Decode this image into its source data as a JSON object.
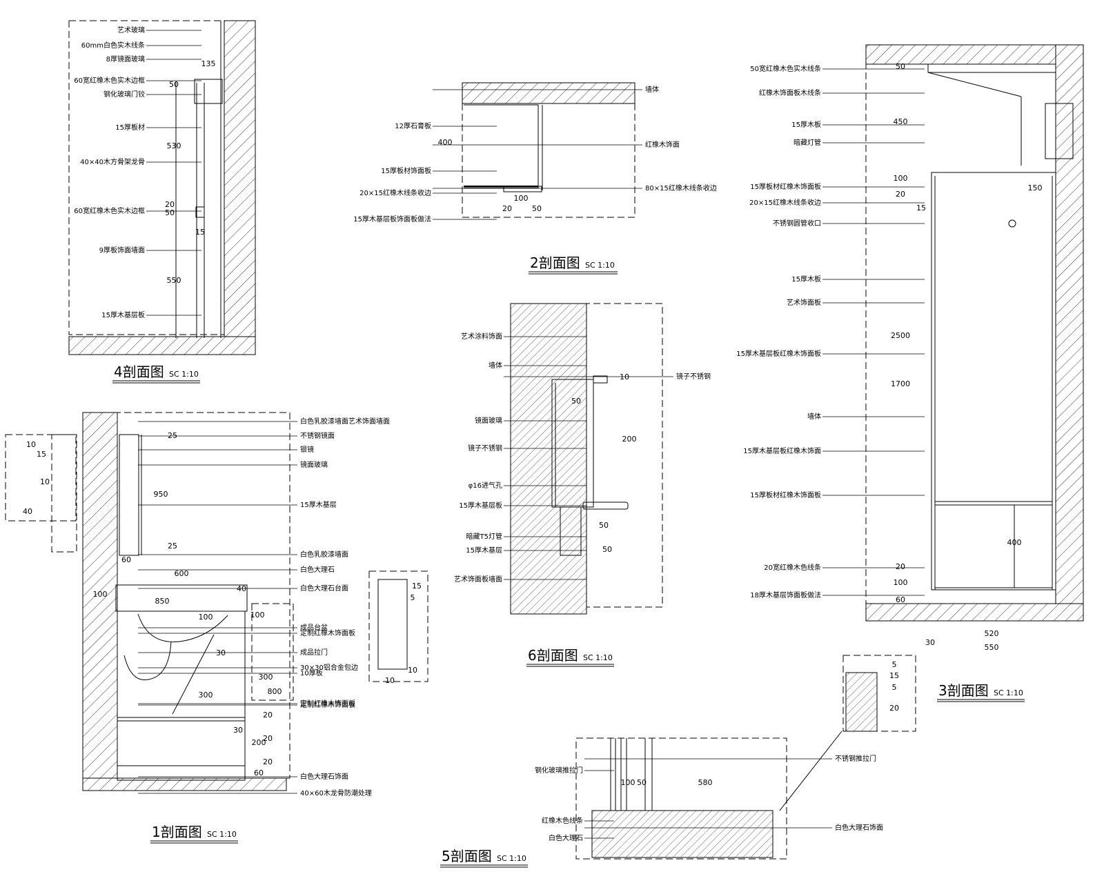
{
  "sections": {
    "s4": {
      "title": "4剖面图",
      "scale": "SC 1:10",
      "labels": [
        "艺术玻璃",
        "60mm白色实木线条",
        "8厚镜面玻璃",
        "60宽红橡木色实木边框",
        "钢化玻璃门铰",
        "15厚板材",
        "40×40木方骨架龙骨",
        "60宽红橡木色实木边框",
        "9厚板饰面墙面",
        "15厚木基层板"
      ],
      "dims": [
        "135",
        "50",
        "530",
        "20",
        "50",
        "15",
        "550"
      ]
    },
    "s2": {
      "title": "2剖面图",
      "scale": "SC 1:10",
      "labels": [
        "12厚石膏板",
        "墙体",
        "15厚板材饰面板",
        "红橡木饰面",
        "20×15红橡木线条收边",
        "15厚木基层板饰面板做法",
        "80×15红橡木线条收边"
      ],
      "dims": [
        "400",
        "100",
        "20",
        "50"
      ]
    },
    "s3": {
      "title": "3剖面图",
      "scale": "SC 1:10",
      "labels": [
        "50宽红橡木色实木线条",
        "红橡木饰面板木线条",
        "15厚木板",
        "暗藏灯管",
        "15厚板材红橡木饰面板",
        "20×15红橡木线条收边",
        "不锈钢圆管收口",
        "15厚木板",
        "艺术饰面板",
        "15厚木基层板红橡木饰面板",
        "墙体",
        "15厚木基层板红橡木饰面",
        "15厚板材红橡木饰面板",
        "20宽红橡木色线条",
        "18厚木基层饰面板做法"
      ],
      "dims": [
        "50",
        "450",
        "100",
        "20",
        "15",
        "150",
        "2500",
        "1700",
        "400",
        "20",
        "100",
        "60",
        "520",
        "550",
        "30"
      ]
    },
    "s6": {
      "title": "6剖面图",
      "scale": "SC 1:10",
      "labels": [
        "艺术涂料饰面",
        "墙体",
        "镜面玻璃",
        "镜子不锈钢",
        "φ16进气孔",
        "15厚木基层板",
        "暗藏T5灯管",
        "15厚木基层",
        "艺术饰面板墙面",
        "镜子不锈钢"
      ],
      "dims": [
        "10",
        "50",
        "200",
        "50",
        "50"
      ]
    },
    "s1": {
      "title": "1剖面图",
      "scale": "SC 1:10",
      "labels": [
        "白色乳胶漆墙面艺术饰面墙面",
        "不锈钢镜面",
        "银镜",
        "镜面玻璃",
        "15厚木基层",
        "白色乳胶漆墙面",
        "白色大理石",
        "白色大理石台面",
        "定制红橡木饰面板",
        "成品台盆",
        "成品拉门",
        "10厚板",
        "30×30铝合金包边",
        "定制红橡木饰面板",
        "定制红橡木饰面板",
        "白色大理石饰面",
        "40×60木龙骨防潮处理"
      ],
      "dims": [
        "10",
        "15",
        "10",
        "40",
        "25",
        "950",
        "25",
        "60",
        "600",
        "40",
        "100",
        "850",
        "100",
        "100",
        "30",
        "300",
        "300",
        "20",
        "30",
        "20",
        "200",
        "20",
        "60",
        "800",
        "15",
        "5",
        "10",
        "10"
      ]
    },
    "s5": {
      "title": "5剖面图",
      "scale": "SC 1:10",
      "labels": [
        "钢化玻璃推拉门",
        "红橡木色线条",
        "白色大理石",
        "不锈钢推拉门",
        "白色大理石饰面"
      ],
      "dims": [
        "100",
        "50",
        "580",
        "5",
        "15",
        "5",
        "20"
      ]
    }
  }
}
